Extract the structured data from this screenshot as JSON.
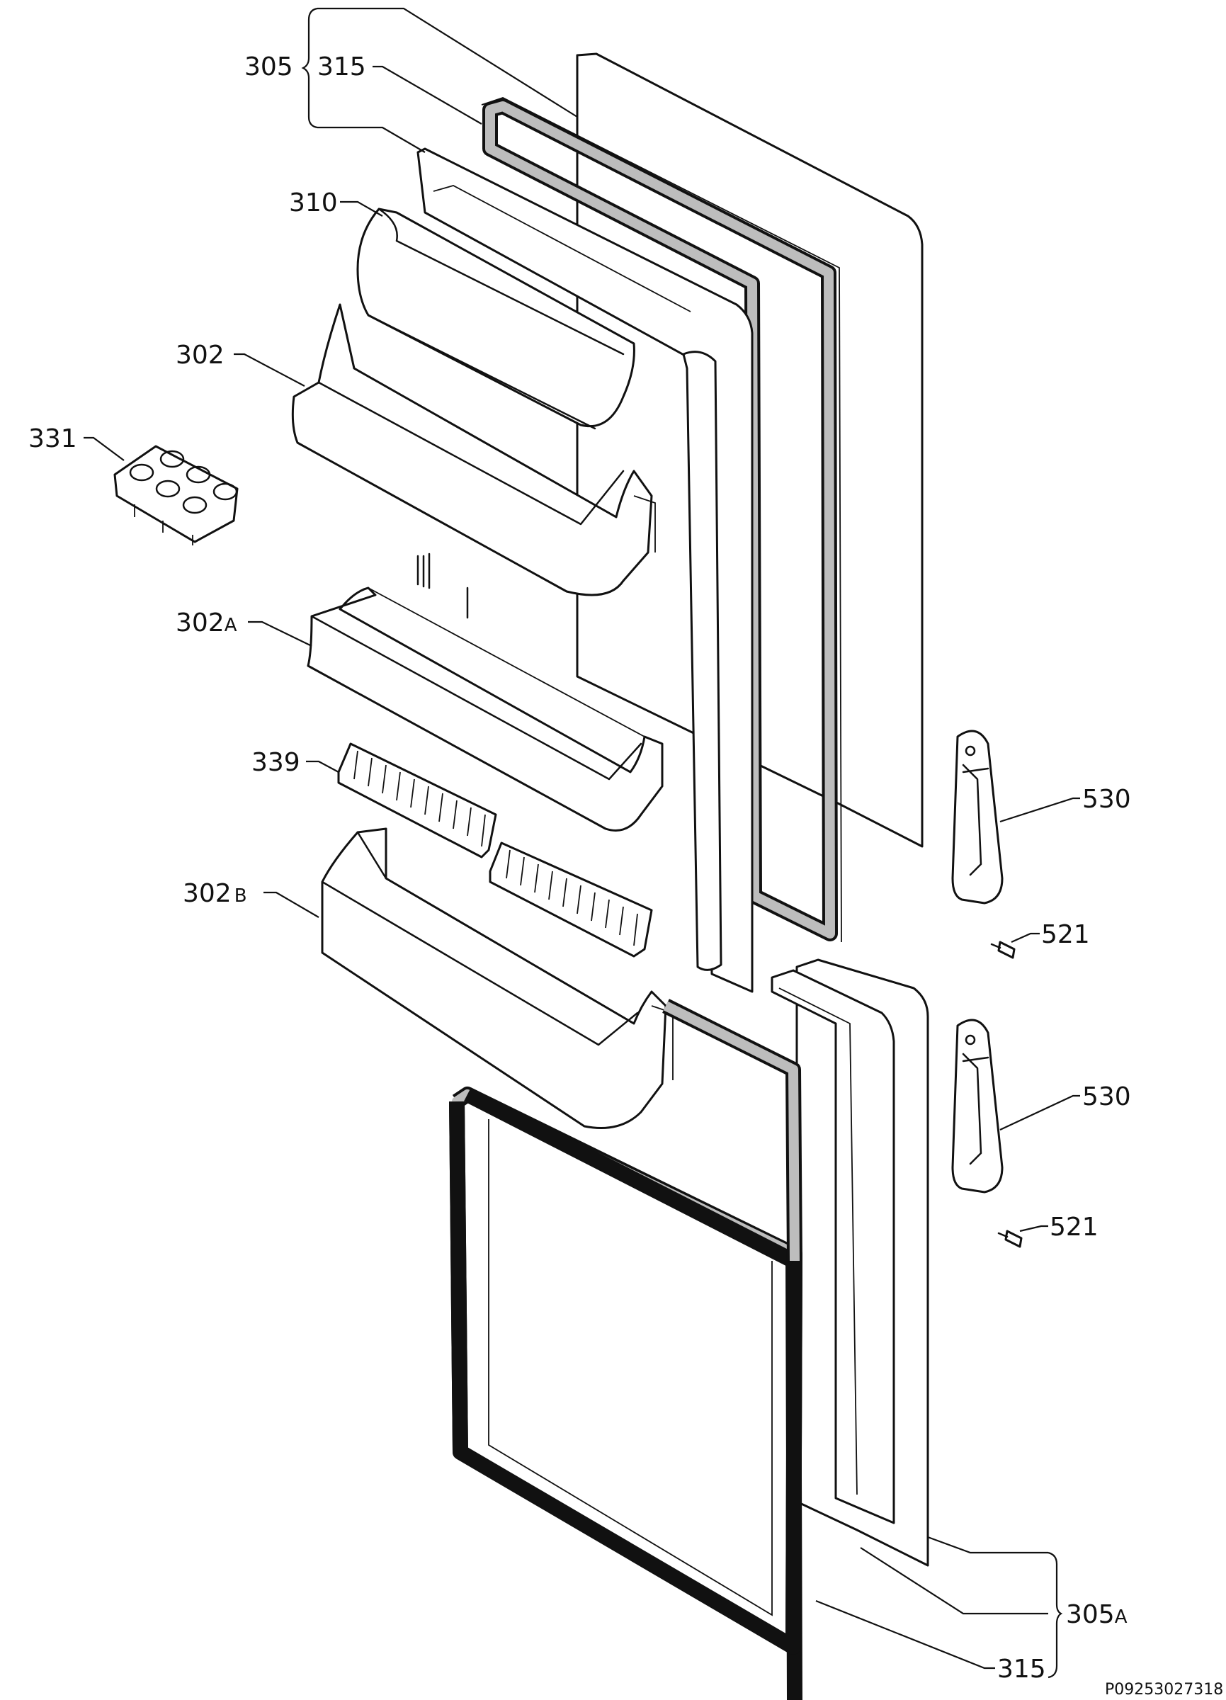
{
  "labels": {
    "p305": "305",
    "p315_top": "315",
    "p310": "310",
    "p302": "302",
    "p331": "331",
    "p302a_num": "302",
    "p302a_suffix": "A",
    "p339": "339",
    "p302b_num": "302",
    "p302b_suffix": "B",
    "p530_top": "530",
    "p521_top": "521",
    "p530_bottom": "530",
    "p521_bottom": "521",
    "p305a_num": "305",
    "p305a_suffix": "A",
    "p315_bottom": "315"
  },
  "drawing_code": "P09253027318",
  "colors": {
    "line": "#111111",
    "gasket_fill": "#bdbdbd",
    "background": "#ffffff"
  }
}
